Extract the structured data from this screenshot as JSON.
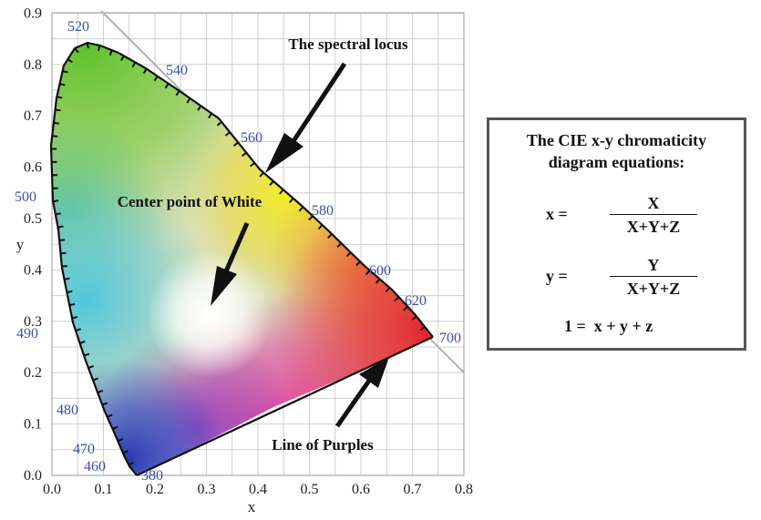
{
  "diagram": {
    "x_axis": {
      "title": "x",
      "ticks": [
        "0.0",
        "0.1",
        "0.2",
        "0.3",
        "0.4",
        "0.5",
        "0.6",
        "0.7",
        "0.8"
      ]
    },
    "y_axis": {
      "title": "y",
      "ticks": [
        "0.0",
        "0.1",
        "0.2",
        "0.3",
        "0.4",
        "0.5",
        "0.6",
        "0.7",
        "0.8",
        "0.9"
      ]
    },
    "wavelength_labels": [
      "380",
      "460",
      "470",
      "480",
      "490",
      "500",
      "520",
      "540",
      "560",
      "580",
      "600",
      "620",
      "700"
    ],
    "annotations": {
      "spectral_locus": "The spectral locus",
      "white_point": "Center point of White",
      "line_of_purples": "Line of Purples"
    }
  },
  "equations": {
    "title_line1": "The CIE x-y chromaticity",
    "title_line2": "diagram equations:",
    "eq1": {
      "lhs": "x =",
      "numerator": "X",
      "denominator": "X+Y+Z"
    },
    "eq2": {
      "lhs": "y =",
      "numerator": "Y",
      "denominator": "X+Y+Z"
    },
    "eq3": "1 =  x + y + z"
  }
}
